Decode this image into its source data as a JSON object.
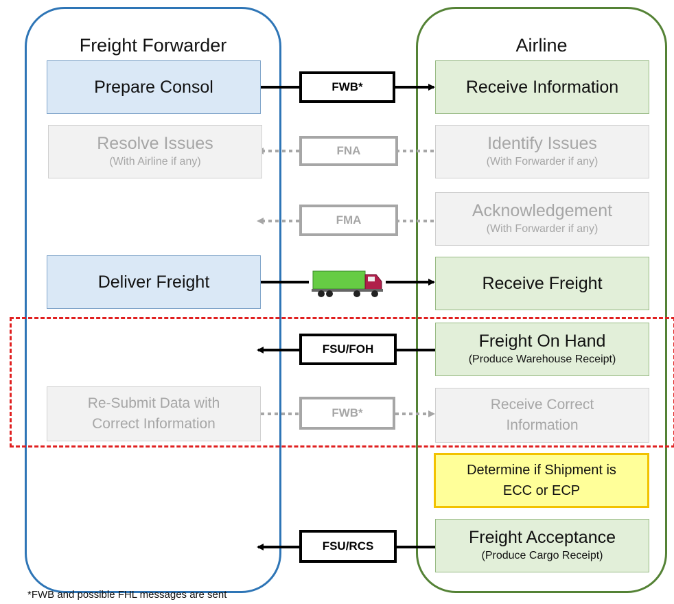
{
  "lanes": {
    "forwarder": "Freight Forwarder",
    "airline": "Airline"
  },
  "forwarder_steps": {
    "prepare_consol": "Prepare Consol",
    "resolve_issues": "Resolve Issues",
    "resolve_issues_sub": "(With Airline if any)",
    "deliver_freight": "Deliver Freight",
    "resubmit_line1": "Re-Submit Data with",
    "resubmit_line2": "Correct Information"
  },
  "airline_steps": {
    "receive_information": "Receive Information",
    "identify_issues": "Identify Issues",
    "identify_issues_sub": "(With Forwarder if any)",
    "acknowledgement": "Acknowledgement",
    "acknowledgement_sub": "(With Forwarder if any)",
    "receive_freight": "Receive Freight",
    "freight_on_hand": "Freight On Hand",
    "freight_on_hand_sub": "(Produce Warehouse Receipt)",
    "receive_correct_line1": "Receive Correct",
    "receive_correct_line2": "Information",
    "determine_line1": "Determine if Shipment is",
    "determine_line2": "ECC or ECP",
    "freight_acceptance": "Freight Acceptance",
    "freight_acceptance_sub": "(Produce Cargo Receipt)"
  },
  "messages": {
    "fwb_1": "FWB*",
    "fna": "FNA",
    "fma": "FMA",
    "fsu_foh": "FSU/FOH",
    "fwb_2": "FWB*",
    "fsu_rcs": "FSU/RCS"
  },
  "footnote": "*FWB and possible FHL messages are sent",
  "colors": {
    "forwarder_lane": "#2e75b6",
    "airline_lane": "#548235",
    "highlight_region": "#e02020",
    "decision_box": "#ffff99"
  }
}
